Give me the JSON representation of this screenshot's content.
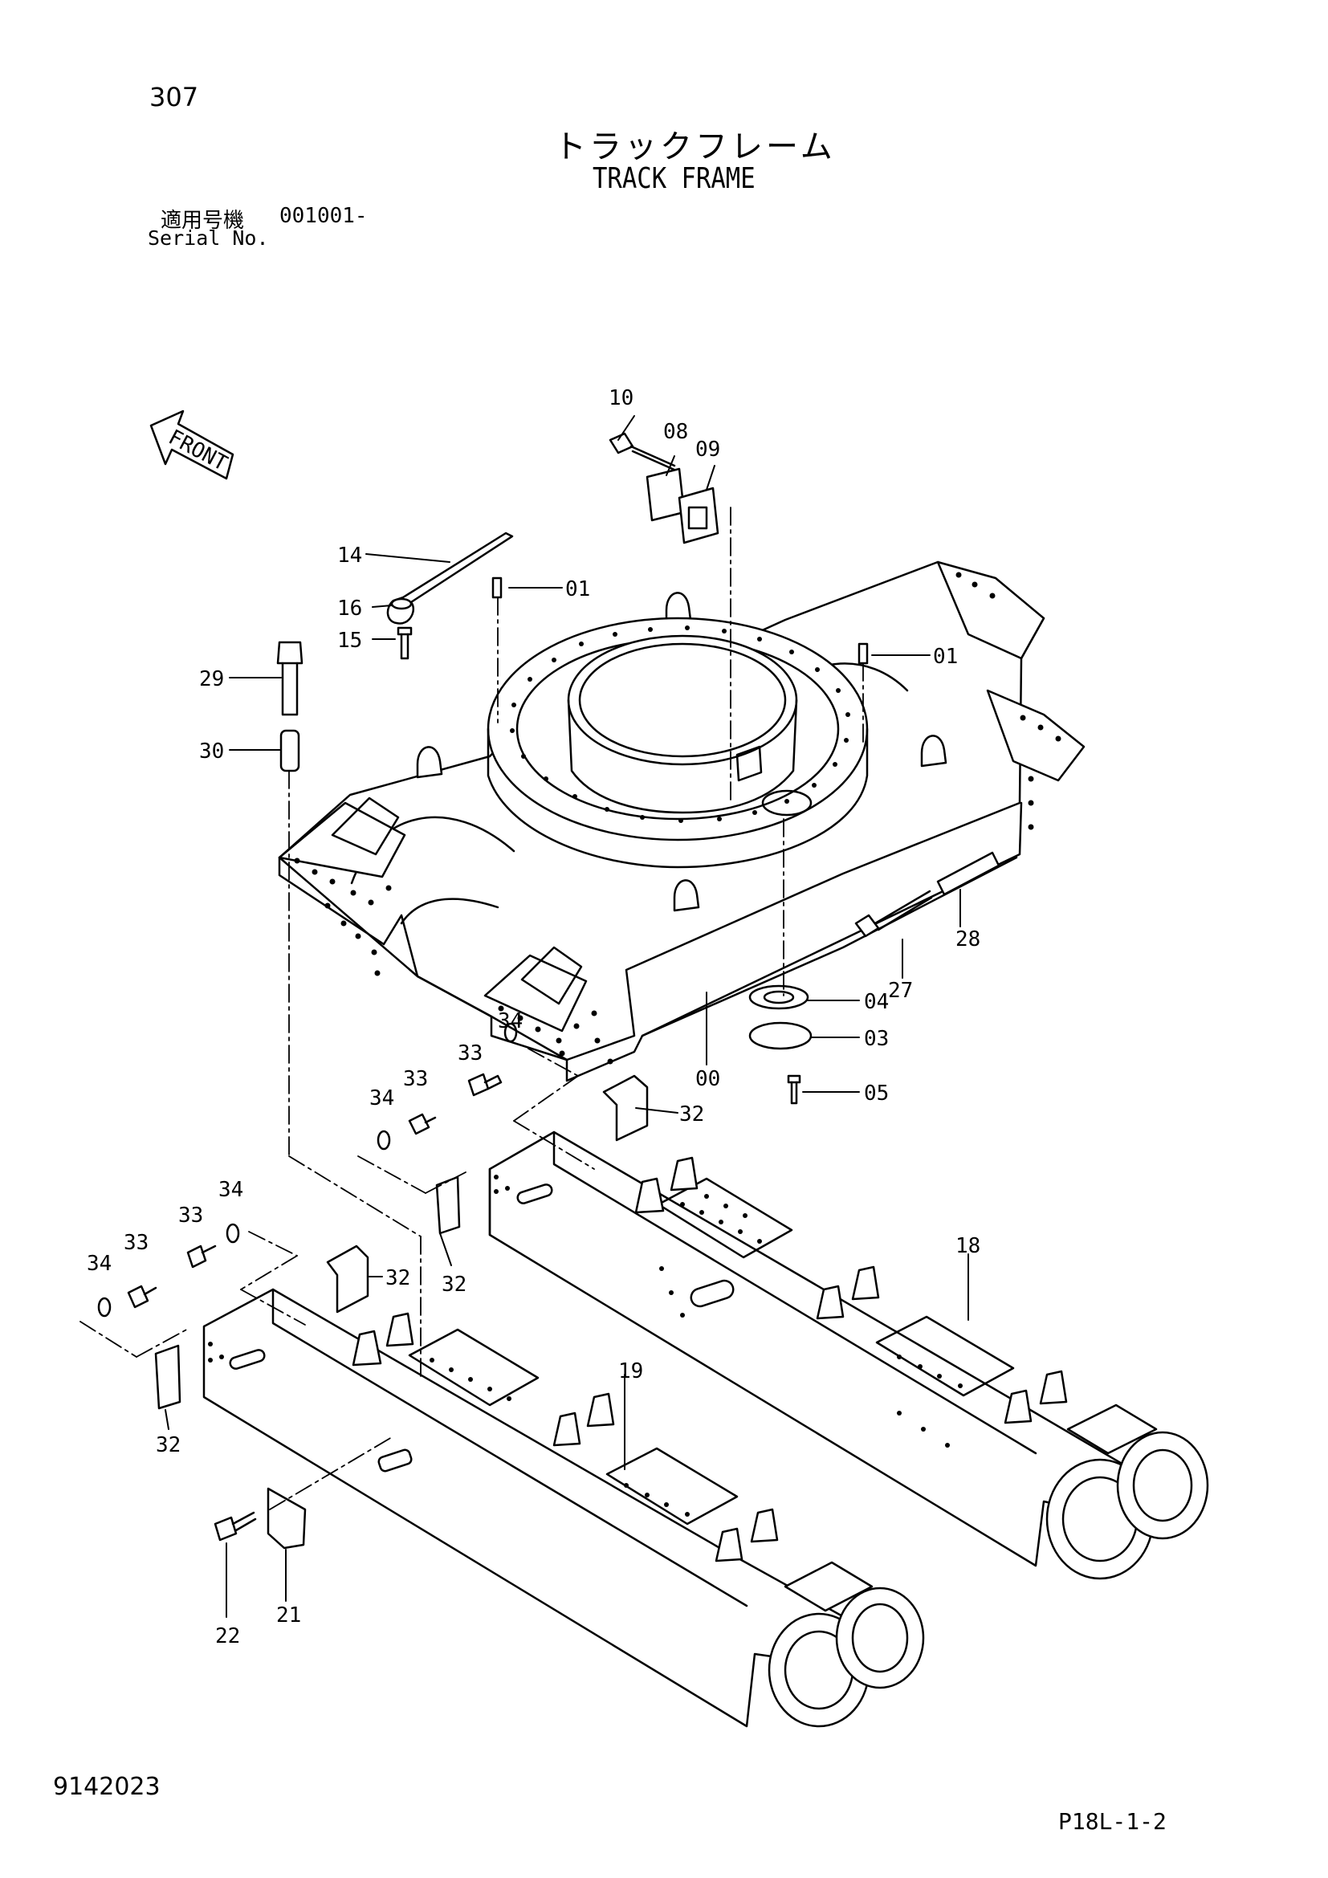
{
  "header": {
    "page_number": "307",
    "title_jp": "トラックフレーム",
    "title_en": "TRACK FRAME",
    "serial_label_jp": "適用号機",
    "serial_value": "001001-",
    "serial_label_en": "Serial No."
  },
  "direction_label": "FRONT",
  "callouts": [
    {
      "id": "c10",
      "text": "10"
    },
    {
      "id": "c08",
      "text": "08"
    },
    {
      "id": "c09",
      "text": "09"
    },
    {
      "id": "c14",
      "text": "14"
    },
    {
      "id": "c16",
      "text": "16"
    },
    {
      "id": "c15",
      "text": "15"
    },
    {
      "id": "c01a",
      "text": "01"
    },
    {
      "id": "c01b",
      "text": "01"
    },
    {
      "id": "c29",
      "text": "29"
    },
    {
      "id": "c30",
      "text": "30"
    },
    {
      "id": "c27",
      "text": "27"
    },
    {
      "id": "c28",
      "text": "28"
    },
    {
      "id": "c04",
      "text": "04"
    },
    {
      "id": "c03",
      "text": "03"
    },
    {
      "id": "c05",
      "text": "05"
    },
    {
      "id": "c00",
      "text": "00"
    },
    {
      "id": "c34a",
      "text": "34"
    },
    {
      "id": "c33a",
      "text": "33"
    },
    {
      "id": "c33b",
      "text": "33"
    },
    {
      "id": "c34b",
      "text": "34"
    },
    {
      "id": "c32a",
      "text": "32"
    },
    {
      "id": "c32b",
      "text": "32"
    },
    {
      "id": "c18",
      "text": "18"
    },
    {
      "id": "c34c",
      "text": "34"
    },
    {
      "id": "c33c",
      "text": "33"
    },
    {
      "id": "c33d",
      "text": "33"
    },
    {
      "id": "c34d",
      "text": "34"
    },
    {
      "id": "c32c",
      "text": "32"
    },
    {
      "id": "c32d",
      "text": "32"
    },
    {
      "id": "c19",
      "text": "19"
    },
    {
      "id": "c22",
      "text": "22"
    },
    {
      "id": "c21",
      "text": "21"
    }
  ],
  "footer": {
    "doc_number": "9142023",
    "ref_code": "P18L-1-2"
  }
}
